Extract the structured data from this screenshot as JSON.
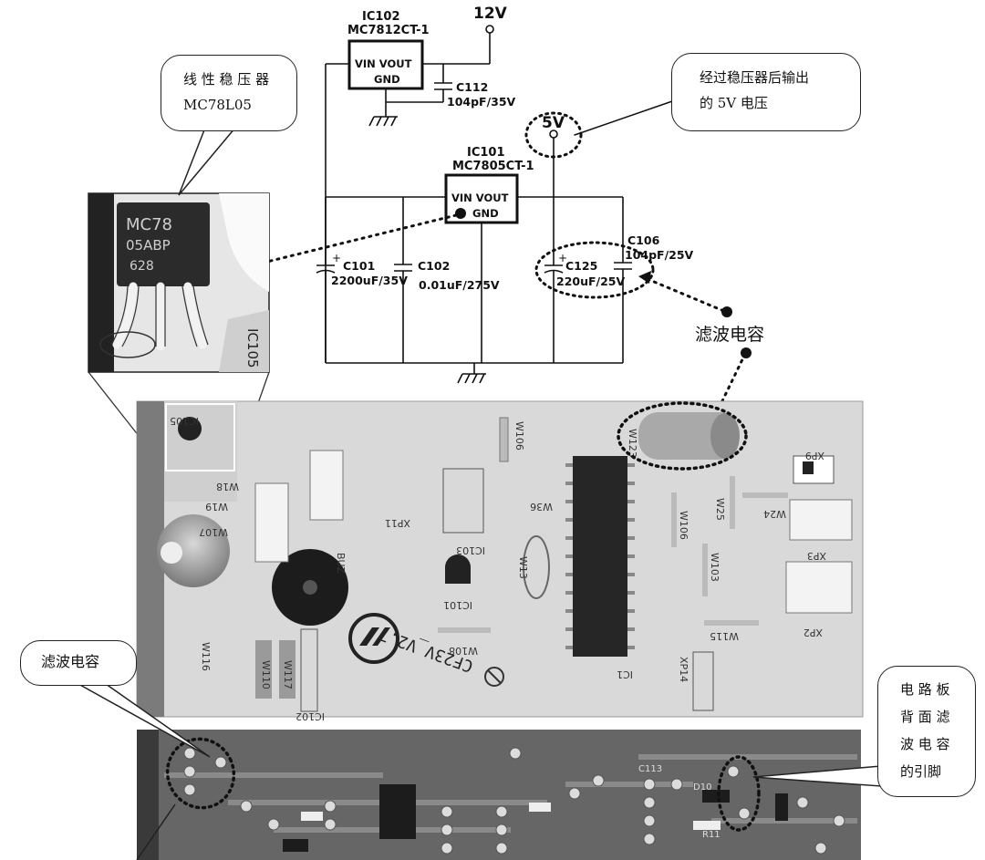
{
  "schematic": {
    "ic102": {
      "ref": "IC102",
      "part": "MC7812CT-1",
      "pins_top": "VIN VOUT",
      "pins_bottom": "GND"
    },
    "ic101": {
      "ref": "IC101",
      "part": "MC7805CT-1",
      "pins_top": "VIN VOUT",
      "pins_bottom": "GND"
    },
    "v12": "12V",
    "v5": "5V",
    "c112": {
      "ref": "C112",
      "value": "104pF/35V"
    },
    "c101": {
      "ref": "C101",
      "value": "2200uF/35V"
    },
    "c102": {
      "ref": "C102",
      "value": "0.01uF/275V"
    },
    "c125": {
      "ref": "C125",
      "value": "220uF/25V"
    },
    "c106": {
      "ref": "C106",
      "value": "104pF/25V"
    }
  },
  "callouts": {
    "linear_regulator": {
      "line1": "线 性 稳 压 器",
      "line2": "MC78L05"
    },
    "output_5v": {
      "line1": "经过稳压器后输出",
      "line2": "的 5V 电压"
    },
    "filter_cap_schematic": "滤波电容",
    "filter_cap_board": "滤波电容",
    "back_filter_cap": {
      "line1": "电 路 板",
      "line2": "背 面 滤",
      "line3": "波 电 容",
      "line4": "的引脚"
    }
  },
  "zoom_photo": {
    "chip_line1": "MC78",
    "chip_line2": "05ABP",
    "chip_line3": "628",
    "board_label": "IC105"
  },
  "board_front": {
    "silk_board_id": "CF23V_V2.7",
    "labels": [
      "IC105",
      "W18",
      "W19",
      "W106",
      "XP11",
      "IC103",
      "W36",
      "W13",
      "IC1",
      "W123",
      "XP9",
      "W25",
      "W24",
      "W106",
      "W103",
      "XP3",
      "XP2",
      "W115",
      "XP14",
      "W108",
      "IC101",
      "IC102",
      "W116",
      "W117",
      "W110",
      "BUZ",
      "W107"
    ]
  },
  "board_back": {
    "labels": [
      "C113",
      "D10",
      "R11"
    ]
  }
}
